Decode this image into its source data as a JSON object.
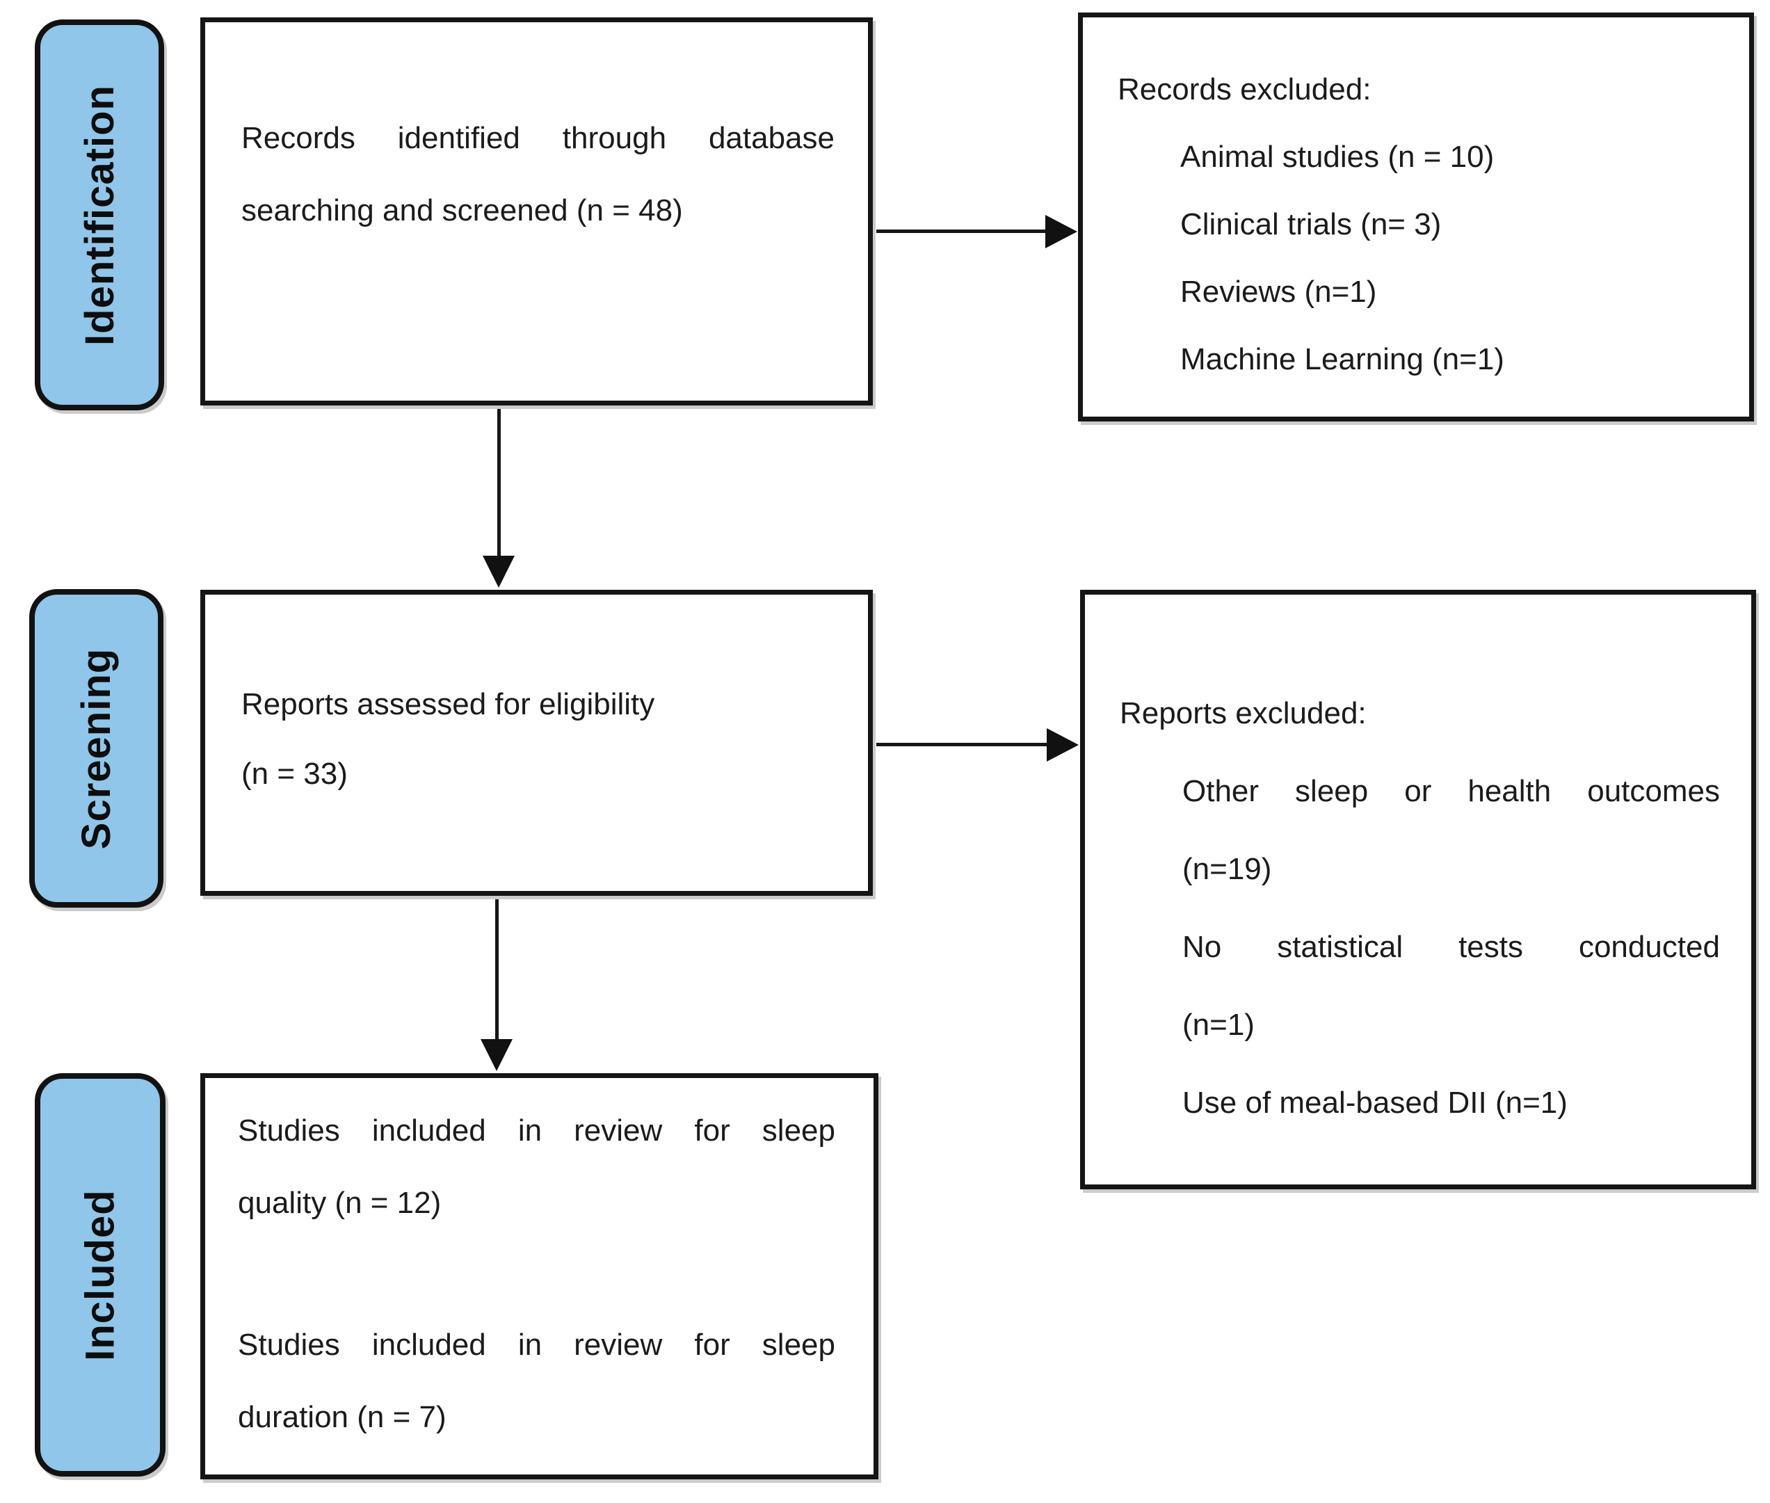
{
  "diagram": {
    "type": "prisma-flow",
    "stages": [
      {
        "label": "Identification"
      },
      {
        "label": "Screening"
      },
      {
        "label": "Included"
      }
    ],
    "boxes": {
      "identified": {
        "lines": [
          "Records identified through database",
          "searching and screened (n = 48)"
        ]
      },
      "records_excluded": {
        "title": "Records excluded:",
        "items": [
          "Animal studies (n = 10)",
          "Clinical trials (n= 3)",
          "Reviews (n=1)",
          "Machine Learning (n=1)"
        ]
      },
      "assessed": {
        "lines": [
          "Reports assessed for eligibility",
          "(n = 33)"
        ]
      },
      "reports_excluded": {
        "title": "Reports excluded:",
        "items": [
          "Other sleep or health outcomes",
          "(n=19)",
          "No statistical tests conducted",
          "(n=1)",
          "Use of meal-based DII (n=1)"
        ]
      },
      "included": {
        "lines": [
          "Studies included in review for sleep",
          "quality (n = 12)",
          "Studies included in review for sleep",
          "duration (n = 7)"
        ]
      }
    },
    "colors": {
      "stage_fill": "#8FC6E9",
      "stroke": "#151515",
      "text": "#1b1b1b",
      "background": "#ffffff"
    }
  }
}
